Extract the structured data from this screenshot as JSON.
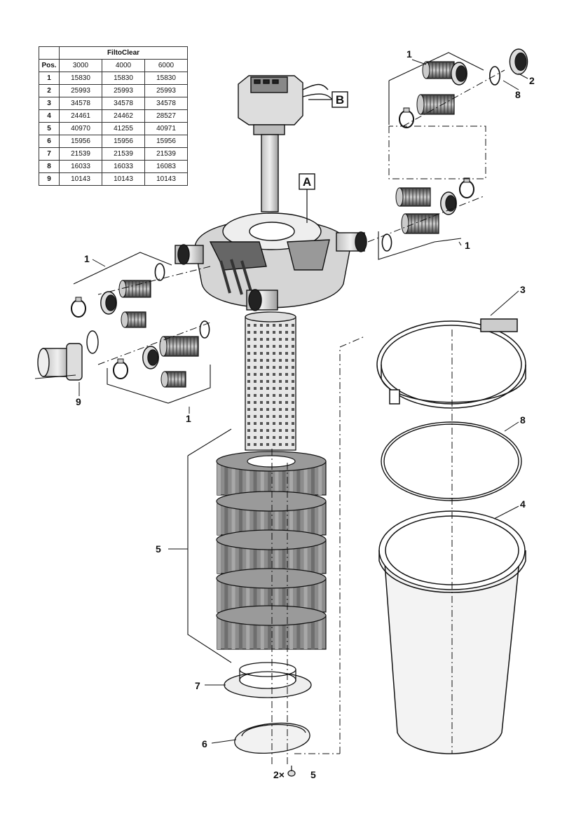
{
  "table": {
    "product_header": "FiltoClear",
    "pos_header": "Pos.",
    "models": [
      "3000",
      "4000",
      "6000"
    ],
    "rows": [
      [
        "1",
        "15830",
        "15830",
        "15830"
      ],
      [
        "2",
        "25993",
        "25993",
        "25993"
      ],
      [
        "3",
        "34578",
        "34578",
        "34578"
      ],
      [
        "4",
        "24461",
        "24462",
        "28527"
      ],
      [
        "5",
        "40970",
        "41255",
        "40971"
      ],
      [
        "6",
        "15956",
        "15956",
        "15956"
      ],
      [
        "7",
        "21539",
        "21539",
        "21539"
      ],
      [
        "8",
        "16033",
        "16033",
        "16083"
      ],
      [
        "9",
        "10143",
        "10143",
        "10143"
      ]
    ]
  },
  "callouts": {
    "hose_kit_top_right": "1",
    "clamp_nut": "2",
    "oring_top_right": "8",
    "hose_kit_right": "1",
    "hose_kit_left_upper": "1",
    "hose_kit_left_lower": "1",
    "adapter": "9",
    "clamp_ring": "3",
    "oring_housing": "8",
    "housing": "4",
    "foam_stack": "5",
    "filter_base": "7",
    "bottom_ring": "6",
    "screw_qty": "2×",
    "screw": "5"
  },
  "box_labels": {
    "a": "A",
    "b": "B"
  }
}
